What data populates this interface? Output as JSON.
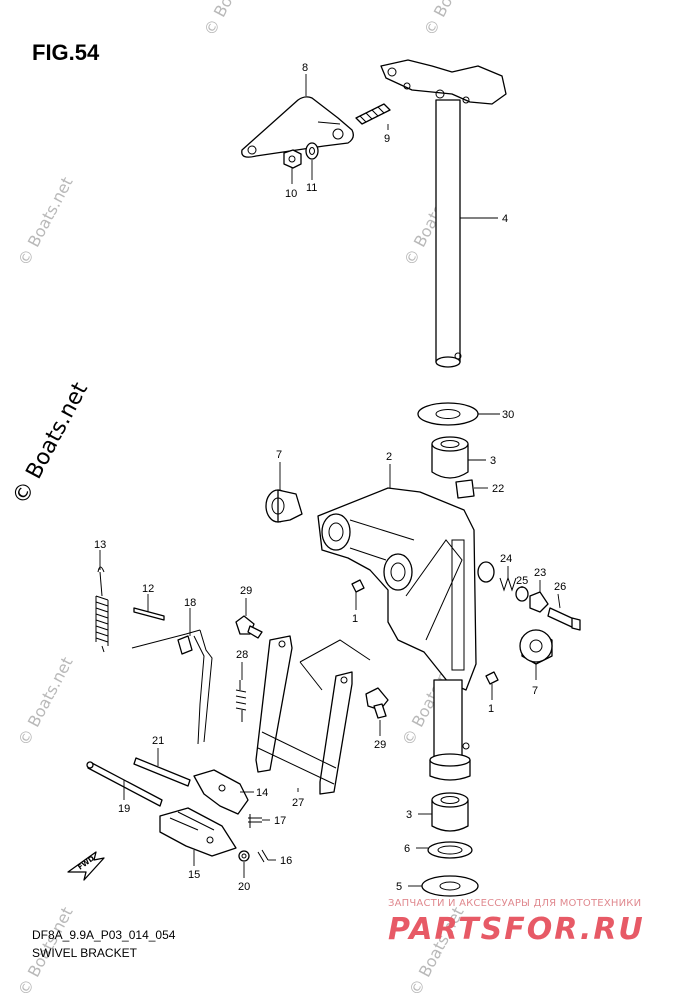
{
  "figure": {
    "title": "FIG.54",
    "code": "DF8A_9.9A_P03_014_054",
    "subtitle": "SWIVEL BRACKET"
  },
  "watermarks": {
    "main": "© Boats.net",
    "small": "© Boats.net"
  },
  "shop": {
    "tagline": "ЗАПЧАСТИ И АКСЕССУАРЫ ДЛЯ МОТОТЕХНИКИ",
    "logo": "PARTSFOR.RU",
    "color": "#e75a66"
  },
  "direction_badge": "FWD",
  "callouts": [
    {
      "id": "c8",
      "label": "8"
    },
    {
      "id": "c9",
      "label": "9"
    },
    {
      "id": "c10",
      "label": "10"
    },
    {
      "id": "c11",
      "label": "11"
    },
    {
      "id": "c4",
      "label": "4"
    },
    {
      "id": "c30",
      "label": "30"
    },
    {
      "id": "c3a",
      "label": "3"
    },
    {
      "id": "c22",
      "label": "22"
    },
    {
      "id": "c2",
      "label": "2"
    },
    {
      "id": "c7a",
      "label": "7"
    },
    {
      "id": "c24",
      "label": "24"
    },
    {
      "id": "c25",
      "label": "25"
    },
    {
      "id": "c23",
      "label": "23"
    },
    {
      "id": "c26",
      "label": "26"
    },
    {
      "id": "c1a",
      "label": "1"
    },
    {
      "id": "c7b",
      "label": "7"
    },
    {
      "id": "c1b",
      "label": "1"
    },
    {
      "id": "c13",
      "label": "13"
    },
    {
      "id": "c12",
      "label": "12"
    },
    {
      "id": "c18",
      "label": "18"
    },
    {
      "id": "c29a",
      "label": "29"
    },
    {
      "id": "c28",
      "label": "28"
    },
    {
      "id": "c29b",
      "label": "29"
    },
    {
      "id": "c21",
      "label": "21"
    },
    {
      "id": "c14",
      "label": "14"
    },
    {
      "id": "c19",
      "label": "19"
    },
    {
      "id": "c27",
      "label": "27"
    },
    {
      "id": "c17",
      "label": "17"
    },
    {
      "id": "c3b",
      "label": "3"
    },
    {
      "id": "c6",
      "label": "6"
    },
    {
      "id": "c16",
      "label": "16"
    },
    {
      "id": "c15",
      "label": "15"
    },
    {
      "id": "c20",
      "label": "20"
    },
    {
      "id": "c5",
      "label": "5"
    }
  ]
}
